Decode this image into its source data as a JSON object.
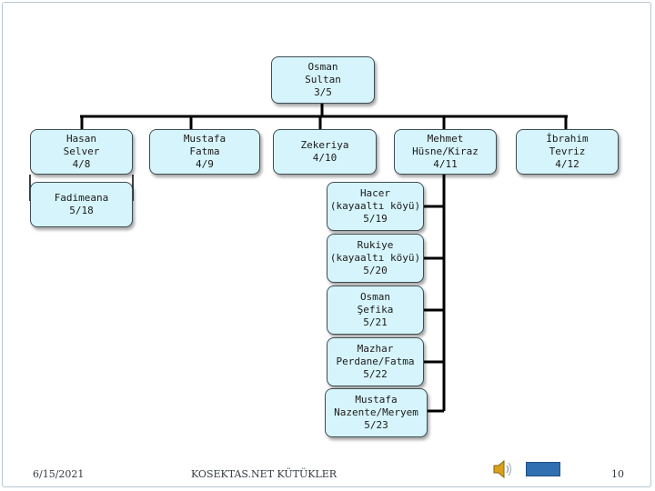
{
  "diagram": {
    "root": {
      "id": "osman",
      "text": "Osman\nSultan\n3/5"
    },
    "children": [
      {
        "id": "hasan",
        "text": "Hasan\nSelver\n4/8"
      },
      {
        "id": "mustafa",
        "text": "Mustafa\nFatma\n4/9"
      },
      {
        "id": "zekeriya",
        "text": "Zekeriya\n4/10"
      },
      {
        "id": "mehmet",
        "text": "Mehmet\nHüsne/Kiraz\n4/11"
      },
      {
        "id": "ibrahim",
        "text": "İbrahim\nTevriz\n4/12"
      }
    ],
    "hasan_children": [
      {
        "id": "fadimeana",
        "text": "Fadimeana\n5/18"
      }
    ],
    "mehmet_children": [
      {
        "id": "hacer",
        "text": "Hacer\n(kayaaltı köyü)\n5/19"
      },
      {
        "id": "rukiye",
        "text": "Rukiye\n(kayaaltı köyü)\n5/20"
      },
      {
        "id": "osman-sefika",
        "text": "Osman\nŞefika\n5/21"
      },
      {
        "id": "mazhar",
        "text": "Mazhar\nPerdane/Fatma\n5/22"
      },
      {
        "id": "mustafa-nazente",
        "text": "Mustafa\nNazente/Meryem\n5/23"
      }
    ]
  },
  "footer": {
    "date": "6/15/2021",
    "site": "KOSEKTAS.NET KÜTÜKLER",
    "page": "10"
  },
  "icons": {
    "speaker": "speaker-icon",
    "nav": "next-slide-icon"
  },
  "colors": {
    "node_fill": "#d6f4fb",
    "node_border": "#3f4d55",
    "line": "#000000",
    "nav_button": "#2f6fb2"
  }
}
